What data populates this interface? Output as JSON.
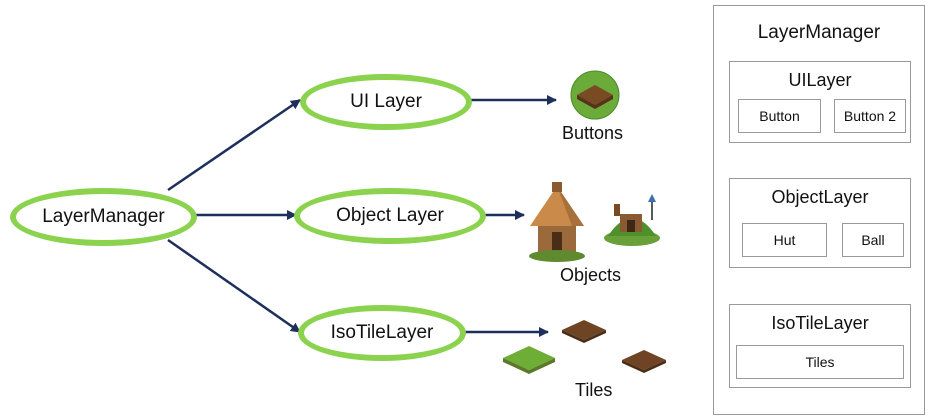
{
  "nodes": {
    "root": "LayerManager",
    "ui_layer": "UI Layer",
    "object_layer": "Object Layer",
    "iso_tile_layer": "IsoTileLayer"
  },
  "captions": {
    "buttons": "Buttons",
    "objects": "Objects",
    "tiles": "Tiles"
  },
  "panel": {
    "title": "LayerManager",
    "groups": [
      {
        "title": "UILayer",
        "items": [
          "Button",
          "Button 2"
        ]
      },
      {
        "title": "ObjectLayer",
        "items": [
          "Hut",
          "Ball"
        ]
      },
      {
        "title": "IsoTileLayer",
        "items": [
          "Tiles"
        ]
      }
    ]
  },
  "colors": {
    "node_border": "#8bd24e",
    "arrow": "#1f2f5c",
    "panel_border": "#9a9a9a"
  },
  "icons": [
    "button-tile-icon",
    "hut-icon",
    "cottage-icon",
    "dirt-tile-icon",
    "grass-tile-icon"
  ]
}
